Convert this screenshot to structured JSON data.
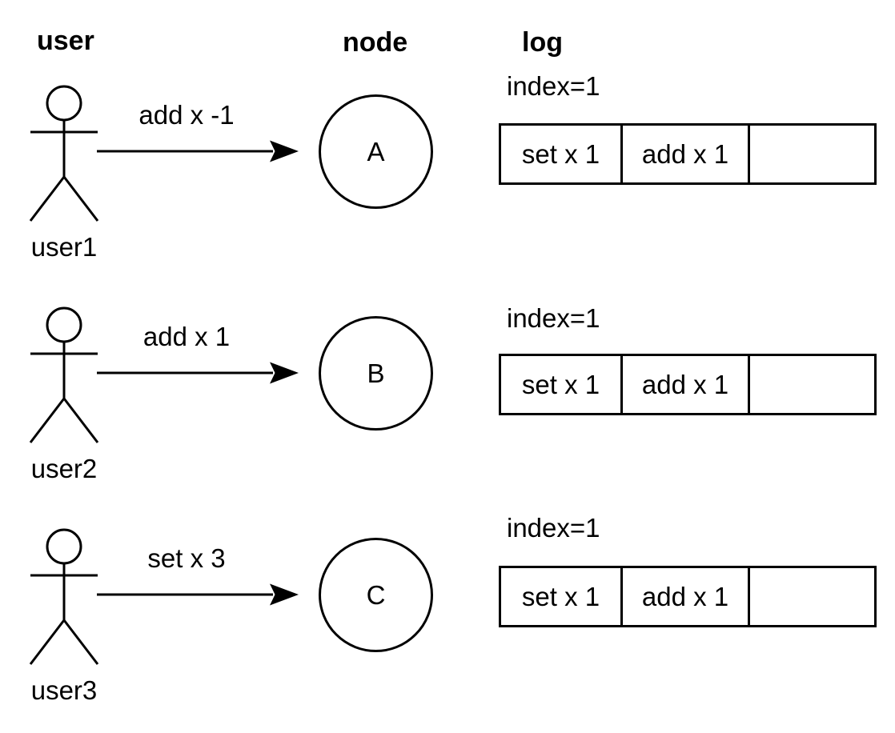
{
  "headers": {
    "user": "user",
    "node": "node",
    "log": "log"
  },
  "rows": [
    {
      "user": "user1",
      "command": "add x -1",
      "node": "A",
      "log_index": "index=1",
      "log_cells": [
        "set x 1",
        "add x 1",
        ""
      ]
    },
    {
      "user": "user2",
      "command": "add x 1",
      "node": "B",
      "log_index": "index=1",
      "log_cells": [
        "set x 1",
        "add x 1",
        ""
      ]
    },
    {
      "user": "user3",
      "command": "set x 3",
      "node": "C",
      "log_index": "index=1",
      "log_cells": [
        "set x 1",
        "add x 1",
        ""
      ]
    }
  ],
  "colors": {
    "stroke": "#000000",
    "background": "#ffffff",
    "text": "#000000"
  }
}
